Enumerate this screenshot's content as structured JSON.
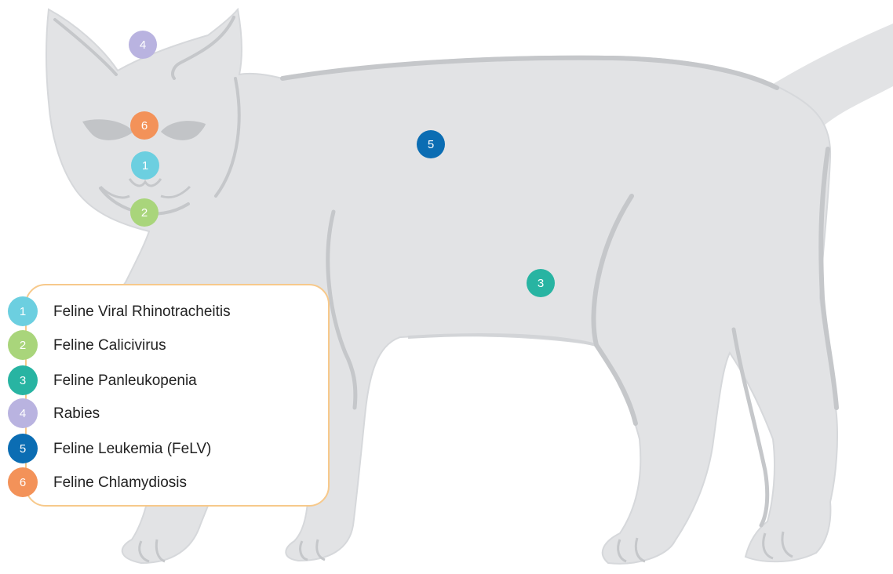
{
  "diagram": {
    "markers": [
      {
        "id": 1,
        "label": "1",
        "color": "#6ccfe0"
      },
      {
        "id": 2,
        "label": "2",
        "color": "#a9d57b"
      },
      {
        "id": 3,
        "label": "3",
        "color": "#28b4a2"
      },
      {
        "id": 4,
        "label": "4",
        "color": "#b9b3e0"
      },
      {
        "id": 5,
        "label": "5",
        "color": "#0b6db3"
      },
      {
        "id": 6,
        "label": "6",
        "color": "#f39259"
      }
    ],
    "legend": [
      {
        "number": "1",
        "text": "Feline Viral Rhinotracheitis",
        "color": "#6ccfe0"
      },
      {
        "number": "2",
        "text": "Feline Calicivirus",
        "color": "#a9d57b"
      },
      {
        "number": "3",
        "text": "Feline Panleukopenia",
        "color": "#28b4a2"
      },
      {
        "number": "4",
        "text": "Rabies",
        "color": "#b9b3e0"
      },
      {
        "number": "5",
        "text": "Feline Leukemia (FeLV)",
        "color": "#0b6db3"
      },
      {
        "number": "6",
        "text": "Feline Chlamydiosis",
        "color": "#f39259"
      }
    ],
    "colors": {
      "cat_body": "#e2e3e5",
      "cat_outline": "#c5c7ca",
      "legend_border": "#f7c98b"
    }
  }
}
